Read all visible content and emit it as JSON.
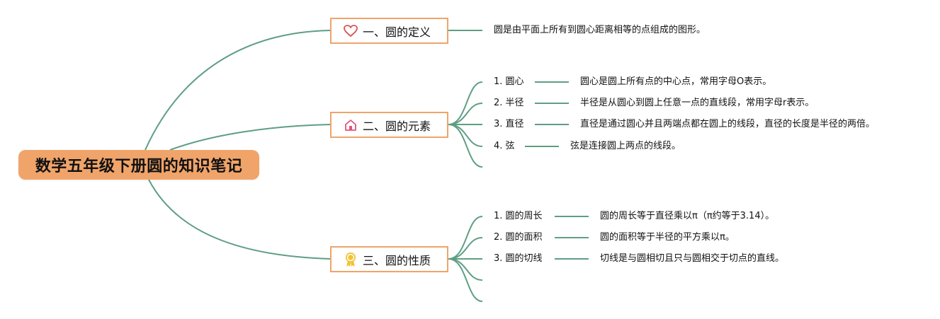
{
  "root": {
    "title": "数学五年级下册圆的知识笔记"
  },
  "branches": [
    {
      "label": "一、圆的定义",
      "icon": "heart-icon",
      "description": "圆是由平面上所有到圆心距离相等的点组成的图形。"
    },
    {
      "label": "二、圆的元素",
      "icon": "home-icon",
      "items": [
        {
          "label": "1. 圆心",
          "description": "圆心是圆上所有点的中心点，常用字母O表示。"
        },
        {
          "label": "2. 半径",
          "description": "半径是从圆心到圆上任意一点的直线段，常用字母r表示。"
        },
        {
          "label": "3. 直径",
          "description": "直径是通过圆心并且两端点都在圆上的线段，直径的长度是半径的两倍。"
        },
        {
          "label": "4. 弦",
          "description": "弦是连接圆上两点的线段。"
        }
      ]
    },
    {
      "label": "三、圆的性质",
      "icon": "award-icon",
      "items": [
        {
          "label": "1. 圆的周长",
          "description": "圆的周长等于直径乘以π（π约等于3.14）。"
        },
        {
          "label": "2. 圆的面积",
          "description": "圆的面积等于半径的平方乘以π。"
        },
        {
          "label": "3. 圆的切线",
          "description": "切线是与圆相切且只与圆相交于切点的直线。"
        }
      ]
    }
  ],
  "colors": {
    "connector": "#5e9e83",
    "accent": "#f0a46a",
    "heart": "#d9534f",
    "home": "#e0567a",
    "award": "#f1c232"
  }
}
